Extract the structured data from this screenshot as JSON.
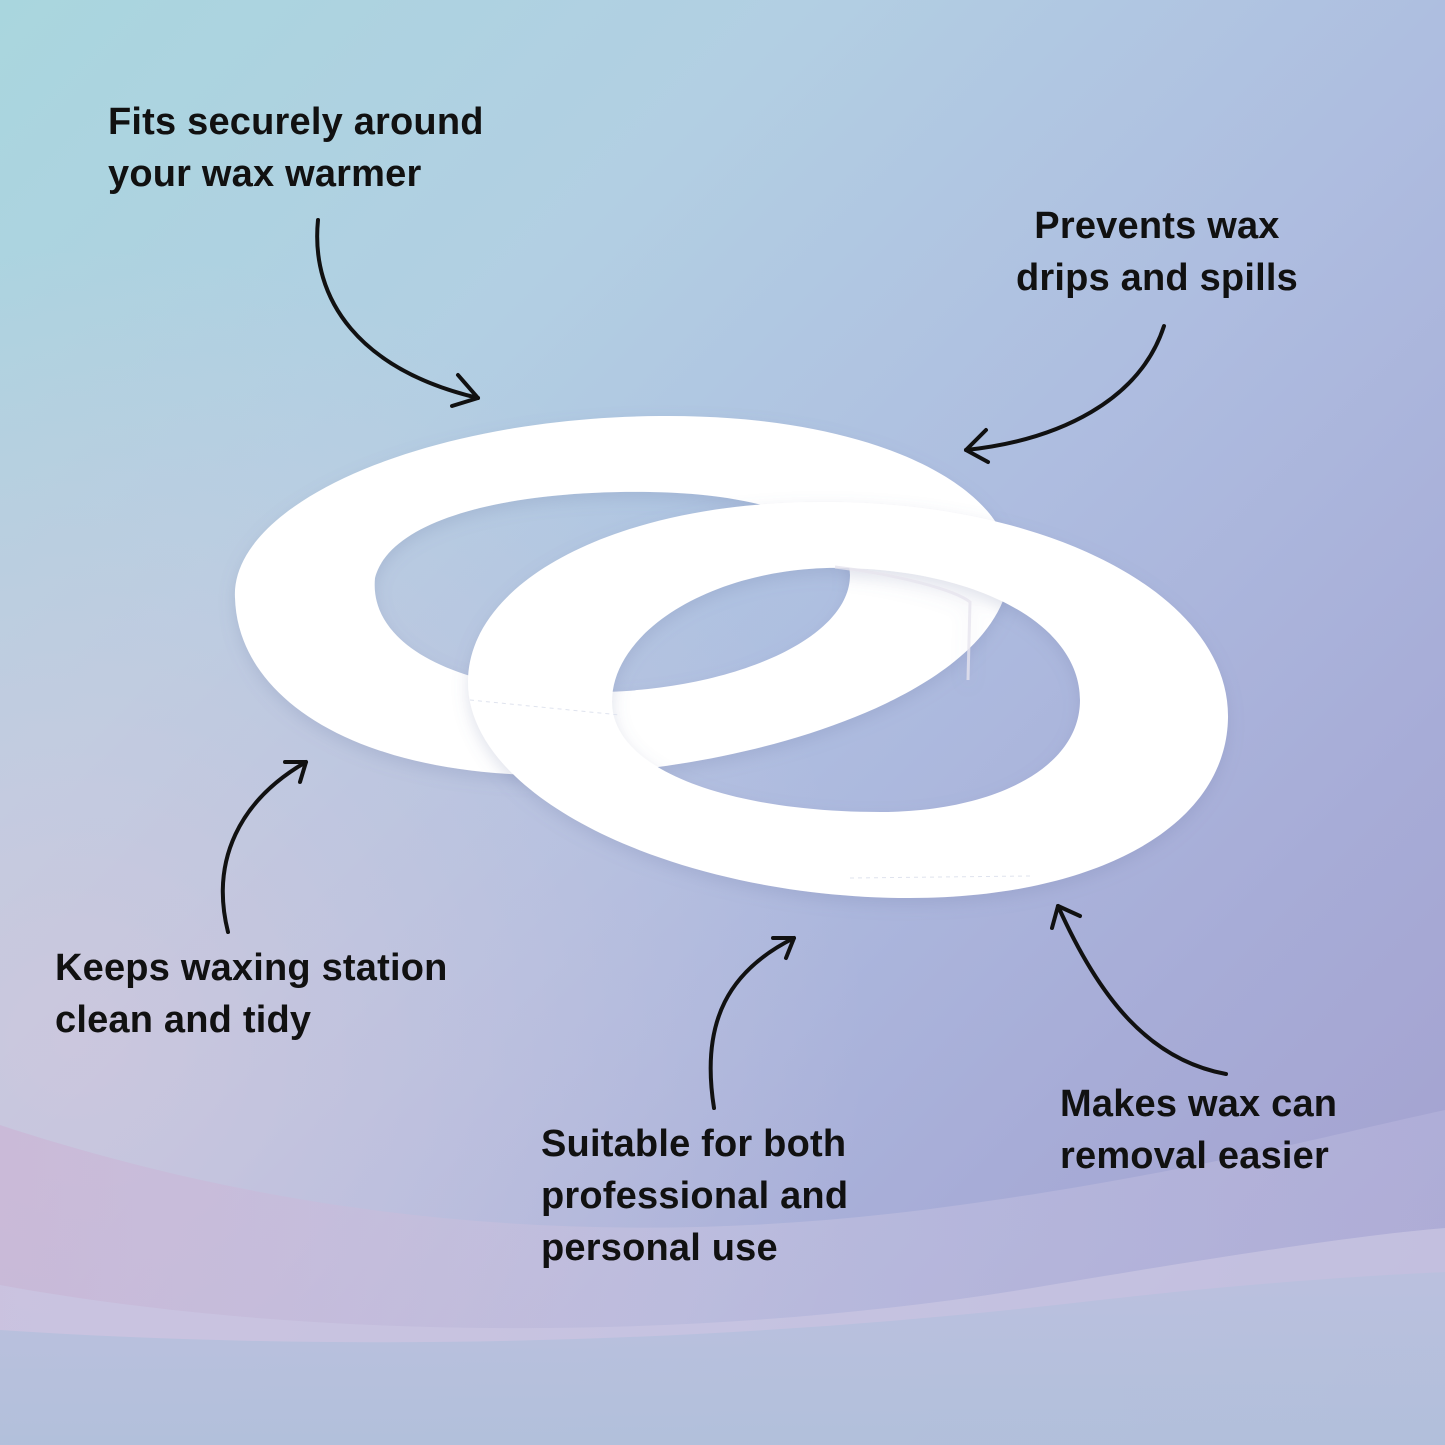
{
  "features": {
    "fits": "Fits securely around\nyour wax warmer",
    "prevents": "Prevents wax\ndrips and spills",
    "keeps": "Keeps waxing station\nclean and tidy",
    "suitable": "Suitable for both\nprofessional and\npersonal use",
    "makes": "Makes wax can\nremoval easier"
  },
  "colors": {
    "text": "#111111",
    "ring": "#ffffff",
    "background_start": "#a9d6de",
    "background_end": "#a39ecd"
  }
}
